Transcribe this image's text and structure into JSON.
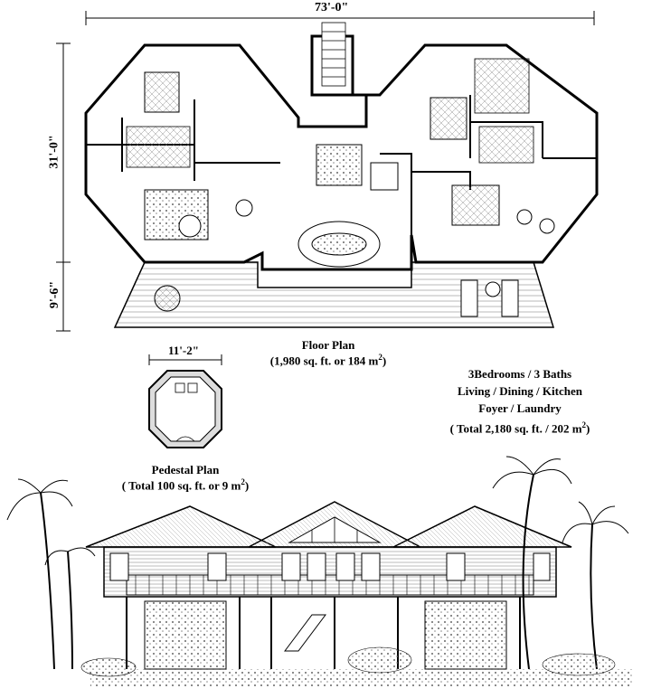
{
  "dimensions": {
    "overall_width": "73'-0\"",
    "main_depth": "31'-0\"",
    "deck_depth": "9'-6\"",
    "pedestal_width": "11'-2\""
  },
  "floor_plan": {
    "title": "Floor Plan",
    "area_text": "(1,980 sq. ft. or 184 m",
    "area_unit_sup": "2",
    "area_close": ")"
  },
  "pedestal_plan": {
    "title": "Pedestal Plan",
    "area_text": "( Total 100 sq. ft. or 9 m",
    "area_unit_sup": "2",
    "area_close": ")"
  },
  "summary": {
    "line1": "3Bedrooms / 3 Baths",
    "line2": "Living / Dining / Kitchen",
    "line3": "Foyer / Laundry",
    "line4_text": "( Total 2,180 sq. ft. / 202 m",
    "line4_sup": "2",
    "line4_close": ")"
  },
  "colors": {
    "line": "#000000",
    "hatch": "#555555",
    "fill_light": "#e8e8e8",
    "background": "#ffffff"
  }
}
